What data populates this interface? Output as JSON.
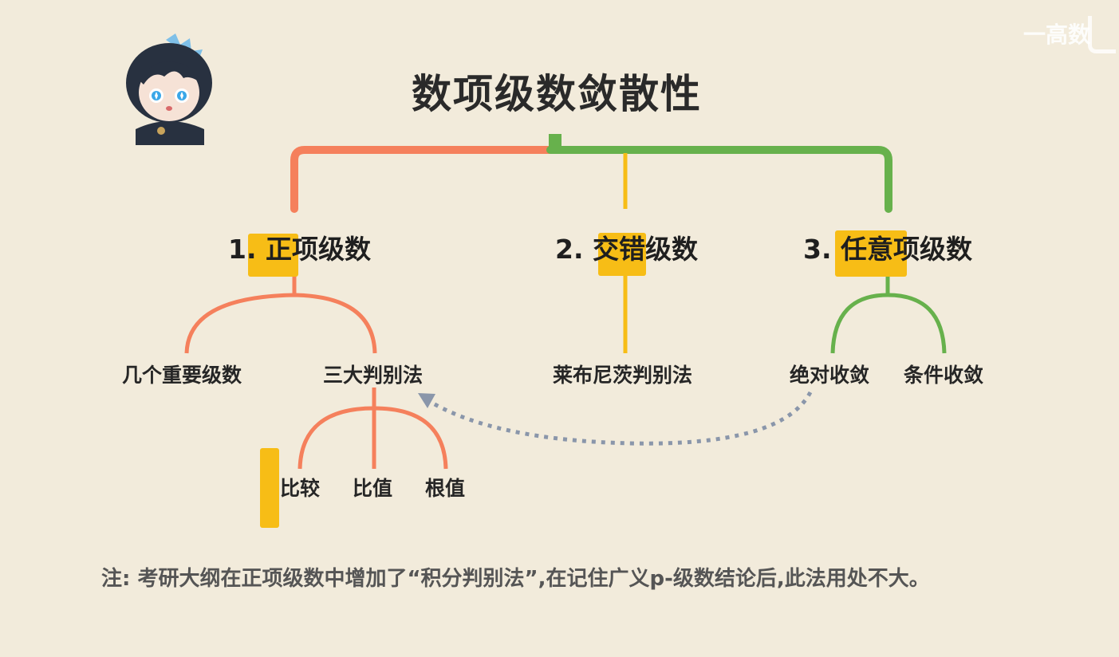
{
  "title": "数项级数敛散性",
  "watermark": "一高数",
  "branches": {
    "b1": "1. 正项级数",
    "b2": "2. 交错级数",
    "b3": "3. 任意项级数"
  },
  "leaves": {
    "l1": "几个重要级数",
    "l2": "三大判别法",
    "l3": "莱布尼茨判别法",
    "l4": "绝对收敛",
    "l5": "条件收敛"
  },
  "subleaves": {
    "s1": "比较",
    "s2": "比值",
    "s3": "根值"
  },
  "note": "注: 考研大纲在正项级数中增加了“积分判别法”,在记住广义p-级数结论后,此法用处不大。",
  "colors": {
    "background": "#f2ebdb",
    "orange": "#f5805c",
    "green": "#67b14c",
    "yellow": "#f7bd16",
    "dotted_arrow": "#8a96aa",
    "text": "#1f1f1f"
  }
}
